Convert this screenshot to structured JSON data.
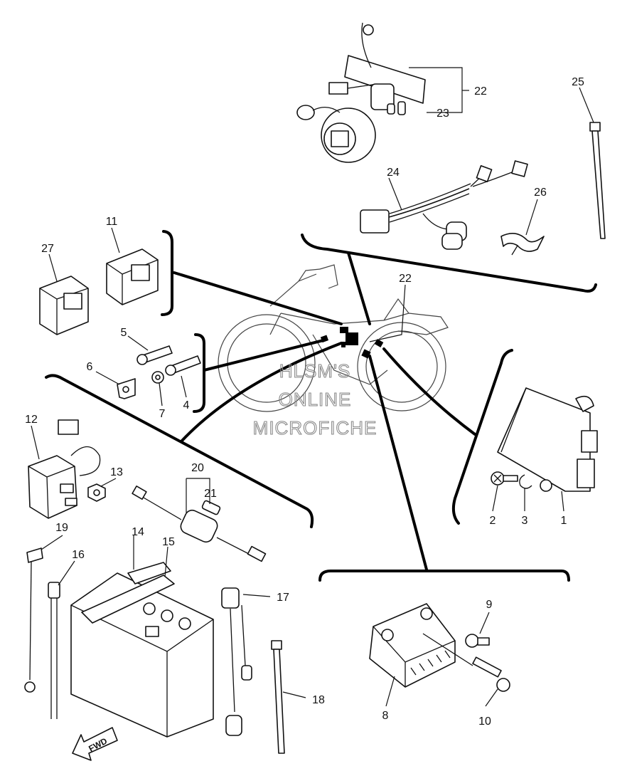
{
  "watermark": {
    "line1": "HLSM'S",
    "line2": "ONLINE",
    "line3": "MICROFICHE"
  },
  "fwd_label": "FWD",
  "callouts": [
    {
      "id": "c1",
      "text": "1"
    },
    {
      "id": "c2",
      "text": "2"
    },
    {
      "id": "c3",
      "text": "3"
    },
    {
      "id": "c4",
      "text": "4"
    },
    {
      "id": "c5",
      "text": "5"
    },
    {
      "id": "c6",
      "text": "6"
    },
    {
      "id": "c7",
      "text": "7"
    },
    {
      "id": "c8",
      "text": "8"
    },
    {
      "id": "c9",
      "text": "9"
    },
    {
      "id": "c10",
      "text": "10"
    },
    {
      "id": "c11",
      "text": "11"
    },
    {
      "id": "c12",
      "text": "12"
    },
    {
      "id": "c13",
      "text": "13"
    },
    {
      "id": "c14",
      "text": "14"
    },
    {
      "id": "c15",
      "text": "15"
    },
    {
      "id": "c16",
      "text": "16"
    },
    {
      "id": "c17",
      "text": "17"
    },
    {
      "id": "c18",
      "text": "18"
    },
    {
      "id": "c19",
      "text": "19"
    },
    {
      "id": "c20",
      "text": "20"
    },
    {
      "id": "c21",
      "text": "21"
    },
    {
      "id": "c22a",
      "text": "22"
    },
    {
      "id": "c22b",
      "text": "22"
    },
    {
      "id": "c23",
      "text": "23"
    },
    {
      "id": "c24",
      "text": "24"
    },
    {
      "id": "c25",
      "text": "25"
    },
    {
      "id": "c26",
      "text": "26"
    },
    {
      "id": "c27",
      "text": "27"
    }
  ]
}
